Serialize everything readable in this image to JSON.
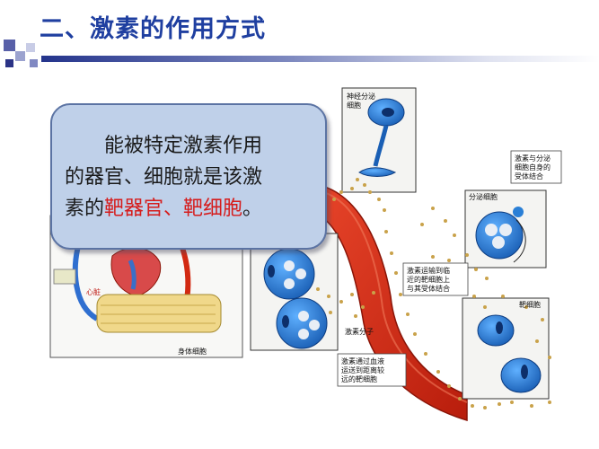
{
  "header": {
    "title": "二、激素的作用方式"
  },
  "callout": {
    "line1": "能被特定激素作用",
    "line2": "的器官、细胞就是该激",
    "line3_prefix": "素的",
    "line3_highlight": "靶器官、靶细胞",
    "line3_suffix": "。"
  },
  "labels": {
    "nerve_cell": [
      "神经分泌",
      "细胞"
    ],
    "hormone_receptor": [
      "激素与分泌",
      "细胞自身的",
      "受体结合"
    ],
    "secretory_cell": "分泌细胞",
    "transport_near": [
      "激素运输到临",
      "近的靶细胞上",
      "与其受体结合"
    ],
    "target_cell": "靶细胞",
    "hormone_molecule": "激素分子",
    "transport_blood": [
      "激素通过血液",
      "运送到距离较",
      "远的靶细胞"
    ],
    "heart": "心脏",
    "body_cells": "身体细胞"
  },
  "colors": {
    "title": "#1f3fa0",
    "callout_bg": "#bfd0e9",
    "highlight": "#d61c1c",
    "cell_blue": "#2a7fd6",
    "vessel_red": "#d22a12"
  }
}
